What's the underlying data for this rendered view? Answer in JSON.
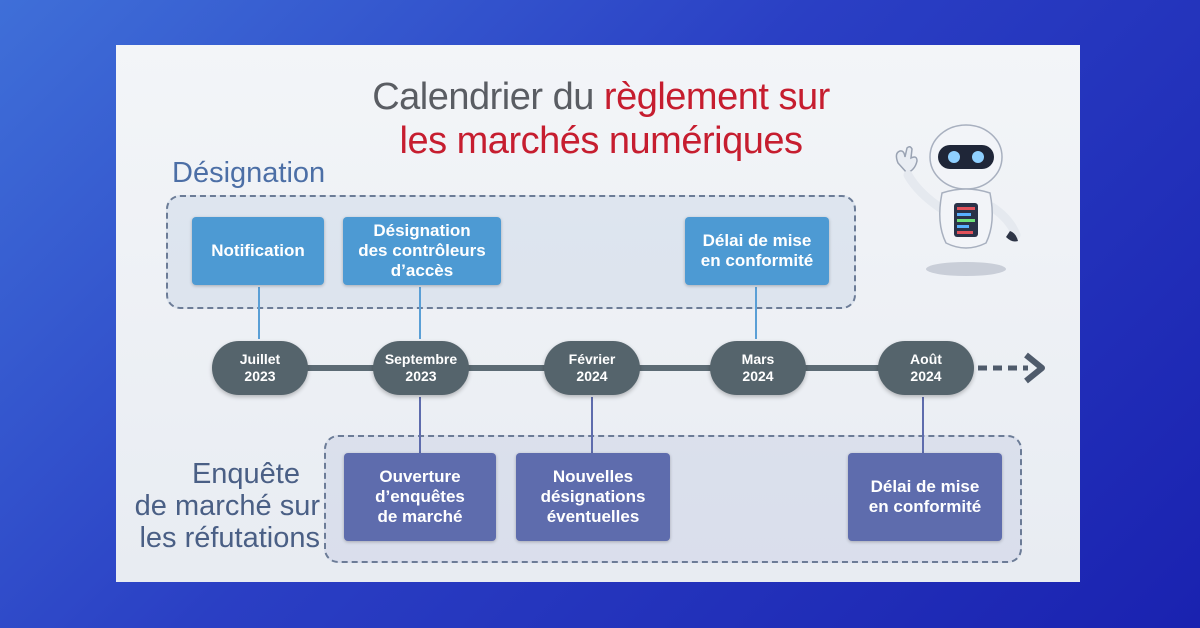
{
  "title": {
    "line1_plain": "Calendrier du ",
    "line1_red": "règlement sur",
    "line2_red": "les marchés numériques"
  },
  "sections": {
    "designation": "Désignation",
    "enquete_line1": "Enquête",
    "enquete_line2": "de marché sur",
    "enquete_line3": "les réfutations"
  },
  "timeline": [
    {
      "month": "Juillet",
      "year": "2023"
    },
    {
      "month": "Septembre",
      "year": "2023"
    },
    {
      "month": "Février",
      "year": "2024"
    },
    {
      "month": "Mars",
      "year": "2024"
    },
    {
      "month": "Août",
      "year": "2024"
    }
  ],
  "top_boxes": [
    {
      "lines": [
        "Notification"
      ]
    },
    {
      "lines": [
        "Désignation",
        "des contrôleurs",
        "d’accès"
      ]
    },
    {
      "lines": [
        "Délai de mise",
        "en conformité"
      ]
    }
  ],
  "bottom_boxes": [
    {
      "lines": [
        "Ouverture",
        "d’enquêtes",
        "de marché"
      ]
    },
    {
      "lines": [
        "Nouvelles",
        "désignations",
        "éventuelles"
      ]
    },
    {
      "lines": [
        "Délai de mise",
        "en conformité"
      ]
    }
  ],
  "colors": {
    "accent_red": "#c61d2f",
    "top_box": "#4d9ad3",
    "bottom_box": "#5e6cad",
    "node": "#55646c"
  },
  "icons": {
    "robot": "robot-mascot-icon",
    "arrow": "dashed-arrow-right-icon"
  }
}
